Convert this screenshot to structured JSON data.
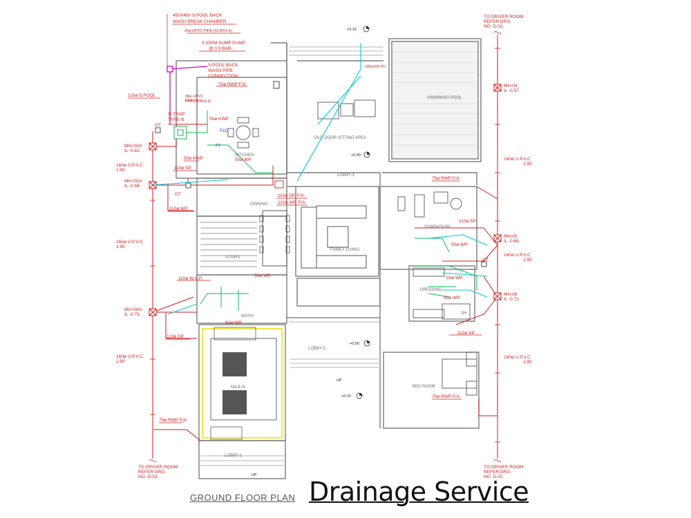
{
  "titles": {
    "plan": "GROUND FLOOR PLAN",
    "main": "Drainage Service"
  },
  "rooms": {
    "swimming_pool": "SWIMMING POOL",
    "outdoor_sitting": "OUT DOOR  SITTING AREA",
    "lobby3": "LOBBY-3",
    "lobby2": "LOBBY-2",
    "lobby1": "LOBBY-1",
    "kitchen": "KITCHEN",
    "dinning": "DINNING",
    "stairs": "STAIRS",
    "family_living": "FAMILY LIVING",
    "gymnasium": "GYMNASIUM",
    "dressing": "DRESSING",
    "bed_room": "BED ROOM",
    "majlis": "MAJLIS",
    "wash": "WASH",
    "sh": "SH"
  },
  "levels": {
    "l1": "+0.15",
    "l2": "+0.90",
    "l3": "+0.90",
    "l4": "+0.15"
  },
  "stairs_up": [
    "UP",
    "UP"
  ],
  "notes": {
    "chamber_1": "450X450 S.POOL BACK",
    "chamber_2": "WASH BREAK CHAMBER.",
    "upvc_pipe": "25ø UPVC PIPE.(CLASS-E)",
    "sump_pump": "5 IGPM SUMP PUMP",
    "sump_bar": "@ 0.5 BAR.",
    "backwash_1": "S.POOL BACK",
    "backwash_2": "WASH PIPE",
    "backwash_3": "CONNECTION.",
    "pipe38_1": "38ø UPVC",
    "pipe38_2": "PIPE.(CLASS-E)",
    "s_pool_110": "110ø S.POOL",
    "gtrap_1": "G-TRAP",
    "gtrap_2": "TYPE-B",
    "gt1": "GT",
    "gt2": "GT",
    "gt3": "GT",
    "fd": "200x200 FD.",
    "rwp75_a": "75ø RWP F/A.",
    "rwp75_b": "75ø RWP F/A.",
    "rwp75_c": "75ø RWP F/A.",
    "rwp75_d": "75ø RWP F/A.",
    "kwp50_a": "50ø KWP",
    "kwp50_b": "50ø KWP",
    "wp50_kitchen": "50ø WP.",
    "sp110_a": "110ø SP.",
    "sp110_fa": "110ø SP. F/A.",
    "wp110_fa": "110ø WP. F/A.",
    "wp110": "110ø WP.",
    "wsp110": "110ø W.S.P.",
    "wp50_stair": "50ø WP.",
    "wp82": "82ø WP.",
    "sp110_b": "110ø SP.",
    "sp110_c": "110ø SP.",
    "wp50_gym": "50ø WP.",
    "wp50_dress": "50ø WP.",
    "wp50_dress2": "50ø WP.",
    "sp110_d": "110ø SP.",
    "fcd": "FCD",
    "ft": "FT"
  },
  "manholes": {
    "mh02a_name": "MH-02/A",
    "mh02a_il": "IL -0.61.",
    "mh03a_name": "MH-03/A",
    "mh03a_il": "IL -0.64.",
    "mh04a_name": "MH-04/A",
    "mh04a_il": "IL -0.73.",
    "mh04_name": "MH-04",
    "mh04_il": "IL -0.57.",
    "mh05_name": "MH-05",
    "mh05_il": "IL -0.68.",
    "mh06_name": "MH-06",
    "mh06_il": "IL -0.72."
  },
  "pipes": {
    "left_1": "160ø U.P.V.C",
    "left_1s": "1:90",
    "left_2": "160ø U.P.V.C",
    "left_2s": "1:90",
    "left_3": "160ø U.P.V.C",
    "left_3s": "1:90",
    "right_1": "160ø U.P.V.C",
    "right_1s": "1:90",
    "right_2": "160ø U.P.V.C",
    "right_2s": "1:90",
    "right_3": "160ø U.P.V.C",
    "right_3s": "1:90"
  },
  "refs": {
    "top_right_1": "TO DRIVER ROOM",
    "top_right_2": "REFER DRG.",
    "top_right_3": "NO. D-02.",
    "bot_left_1": "TO DRIVER ROOM",
    "bot_left_2": "REFER DRG.",
    "bot_left_3": "NO. D-02.",
    "bot_right_1": "TO DRIVER ROOM",
    "bot_right_2": "REFER DRG.",
    "bot_right_3": "NO. D-02."
  },
  "colors": {
    "red": "#d21a1a",
    "green": "#00c050",
    "cyan": "#00c8d8",
    "magenta": "#d000d0",
    "blue": "#1a3fd0",
    "yellow": "#e8e000"
  }
}
